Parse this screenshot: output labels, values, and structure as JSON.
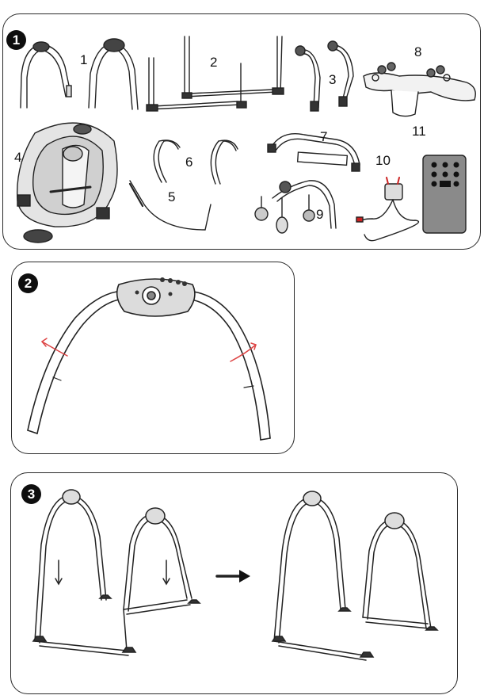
{
  "steps": [
    {
      "badge": "1"
    },
    {
      "badge": "2"
    },
    {
      "badge": "3"
    }
  ],
  "parts": [
    {
      "label": "1"
    },
    {
      "label": "2"
    },
    {
      "label": "3"
    },
    {
      "label": "4"
    },
    {
      "label": "5"
    },
    {
      "label": "6"
    },
    {
      "label": "7"
    },
    {
      "label": "8"
    },
    {
      "label": "9"
    },
    {
      "label": "10"
    },
    {
      "label": "11"
    }
  ]
}
